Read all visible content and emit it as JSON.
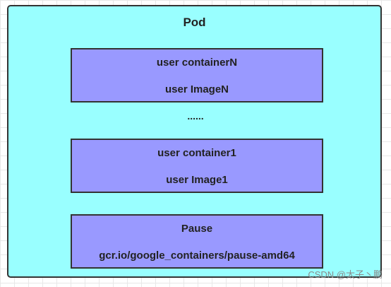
{
  "pod": {
    "title": "Pod",
    "background": "#99ffff"
  },
  "containers": [
    {
      "line1": "user containerN",
      "line2": "user ImageN"
    },
    {
      "line1": "user container1",
      "line2": "user Image1"
    }
  ],
  "ellipsis": "......",
  "pause": {
    "line1": "Pause",
    "line2": "gcr.io/google_containers/pause-amd64"
  },
  "box_color": "#9999ff",
  "watermark": "CSDN @太子丶鹏"
}
